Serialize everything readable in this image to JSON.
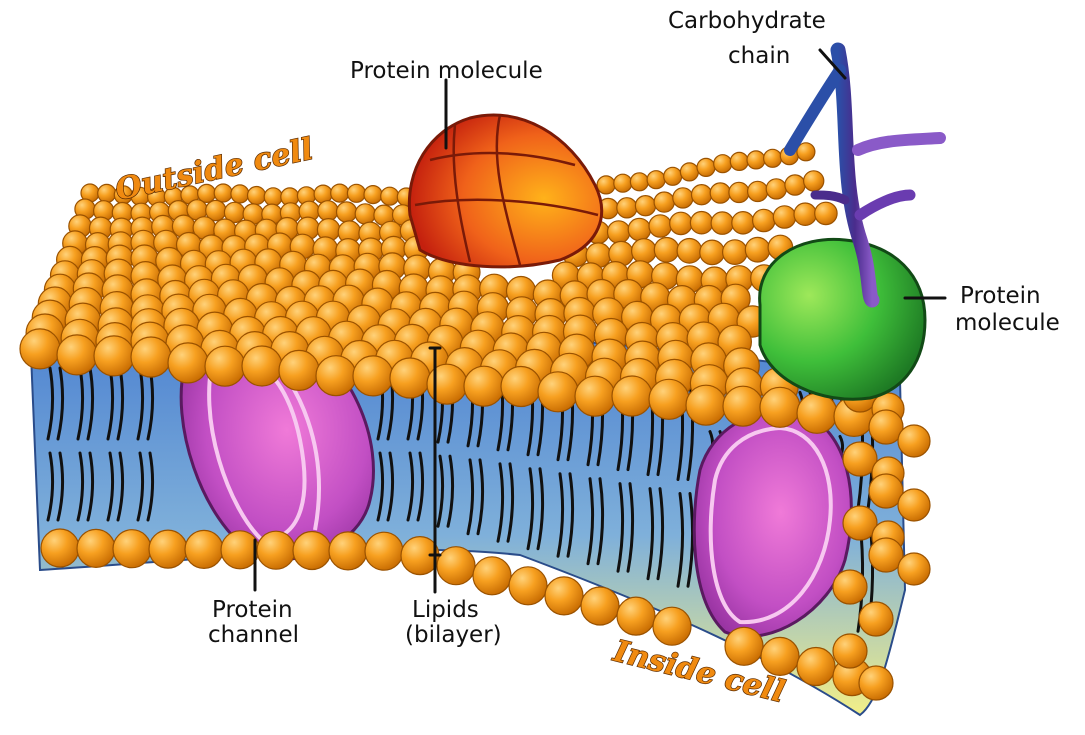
{
  "labels": {
    "protein_top": "Protein molecule",
    "carb_line1": "Carbohydrate",
    "carb_line2": "chain",
    "protein_right_line1": "Protein",
    "protein_right_line2": "molecule",
    "channel_line1": "Protein",
    "channel_line2": "channel",
    "lipids_line1": "Lipids",
    "lipids_line2": "(bilayer)",
    "outside": "Outside cell",
    "inside": "Inside cell"
  },
  "colors": {
    "background": "#ffffff",
    "lipid_head": "#f7a020",
    "lipid_head_dark": "#c66a00",
    "membrane_blue": "#5b8fd6",
    "membrane_yellow": "#f1ee86",
    "protein_red": "#e8401a",
    "protein_green": "#3fbf3a",
    "protein_channel": "#c24fc4",
    "carbohydrate": "#4a2c8c"
  }
}
